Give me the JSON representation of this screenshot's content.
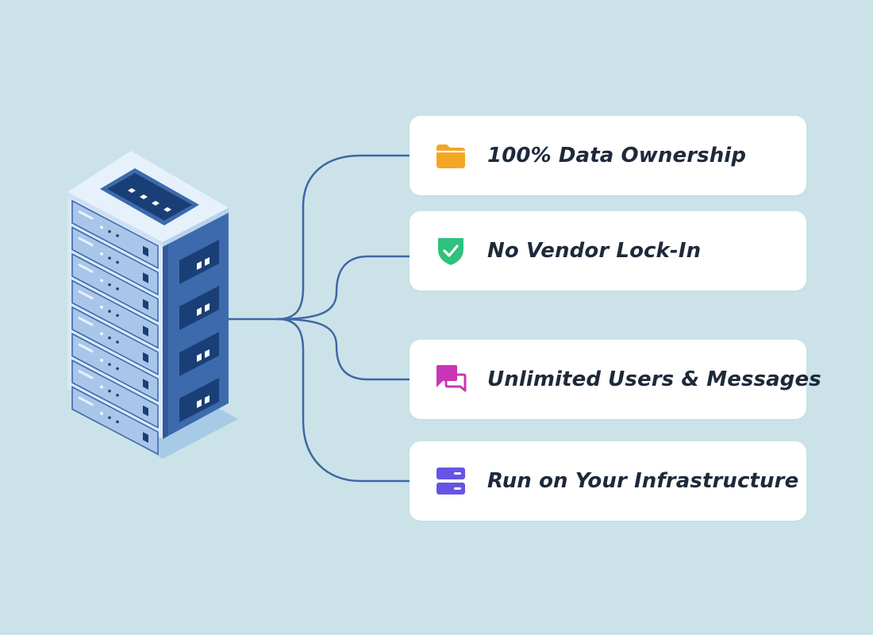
{
  "colors": {
    "background": "#cbe3e8",
    "card": "#ffffff",
    "connector": "#3e67a5",
    "text": "#1e2a3b",
    "server_front": "#a9c6ea",
    "server_side": "#3d6aad",
    "server_top": "#e4f0fb"
  },
  "server": {
    "icon": "server-rack-illustration"
  },
  "features": [
    {
      "label": "100% Data Ownership",
      "icon": "folder-icon",
      "color": "#f5a623"
    },
    {
      "label": "No Vendor Lock-In",
      "icon": "shield-check-icon",
      "color": "#2ec27e"
    },
    {
      "label": "Unlimited Users & Messages",
      "icon": "chat-bubbles-icon",
      "color": "#c935b4"
    },
    {
      "label": "Run on Your Infrastructure",
      "icon": "server-stack-icon",
      "color": "#6554e6"
    }
  ]
}
